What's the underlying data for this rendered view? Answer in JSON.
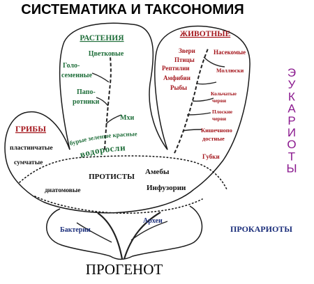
{
  "title": "СИСТЕМАТИКА И ТАКСОНОМИЯ",
  "plants": {
    "heading": "РАСТЕНИЯ",
    "flowering": "Цветковые",
    "gymno_1": "Голо-",
    "gymno_2": "семенные",
    "fern_1": "Папо-",
    "fern_2": "ротники",
    "moss": "Мхи"
  },
  "algae": {
    "arc": "бурые зеленые красные",
    "label": "водоросли"
  },
  "fungi": {
    "heading": "ГРИБЫ",
    "plasmodial": "пластинчатые",
    "bag": "сумчатые"
  },
  "animals": {
    "heading": "ЖИВОТНЫЕ",
    "beasts": "Звери",
    "insects": "Насекомые",
    "birds": "Птицы",
    "reptiles": "Рептилии",
    "molluscs": "Моллюски",
    "amphibians": "Амфибии",
    "fish": "Рыбы",
    "annelids_1": "Кольчатые",
    "annelids_2": "черви",
    "flatworms_1": "Плоские",
    "flatworms_2": "черви",
    "coelenterates_1": "Кишечнопо",
    "coelenterates_2": "достные",
    "sponges": "Губки"
  },
  "protists": {
    "label": "ПРОТИСТЫ",
    "amoebas": "Амебы",
    "infusoria": "Инфузории",
    "diatoms": "диатомовые"
  },
  "prokaryotes": {
    "bacteria": "Бактерии",
    "archaea": "Археи",
    "group_label": "ПРОКАРИОТЫ"
  },
  "eukaryotes": {
    "letters": [
      "Э",
      "У",
      "К",
      "А",
      "Р",
      "И",
      "О",
      "Т",
      "Ы"
    ]
  },
  "root": "ПРОГЕНОТ",
  "colors": {
    "plants": "#1f6e3a",
    "animals": "#a4161c",
    "fungi": "#a4161c",
    "prokaryotes": "#1a2d7a",
    "eukaryotes": "#8b1a8f"
  }
}
